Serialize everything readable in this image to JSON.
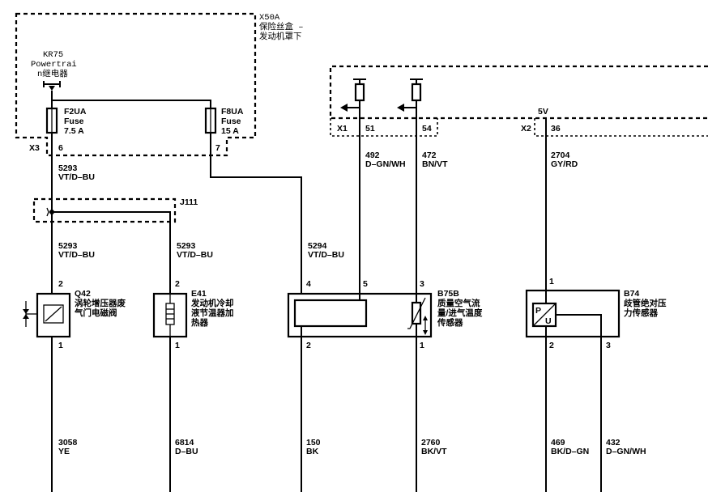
{
  "modules": {
    "x50a": {
      "id": "X50A",
      "line1": "保险丝盒 –",
      "line2": "发动机罩下"
    },
    "kr75": {
      "id": "KR75",
      "line1": "Powertrai",
      "line2": "n继电器"
    }
  },
  "fuses": [
    {
      "name": "F2UA",
      "type": "Fuse",
      "rating": "7.5 A"
    },
    {
      "name": "F8UA",
      "type": "Fuse",
      "rating": "15 A"
    }
  ],
  "connectors": {
    "x3": "X3",
    "x1": "X1",
    "x2": "X2",
    "j111": "J111"
  },
  "pins": {
    "x3_6": "6",
    "x3_7": "7",
    "x1_51": "51",
    "x1_54": "54",
    "x2_36": "36",
    "v5": "5V",
    "q42_2": "2",
    "q42_1": "1",
    "e41_2": "2",
    "e41_1": "1",
    "b75b_4": "4",
    "b75b_5": "5",
    "b75b_3": "3",
    "b75b_2": "2",
    "b75b_1": "1",
    "b74_1": "1",
    "b74_2": "2",
    "b74_3": "3"
  },
  "wires": {
    "w5293_top": {
      "num": "5293",
      "color": "VT/D–BU"
    },
    "w5293_q42": {
      "num": "5293",
      "color": "VT/D–BU"
    },
    "w5293_e41": {
      "num": "5293",
      "color": "VT/D–BU"
    },
    "w5294": {
      "num": "5294",
      "color": "VT/D–BU"
    },
    "w492": {
      "num": "492",
      "color": "D–GN/WH"
    },
    "w472": {
      "num": "472",
      "color": "BN/VT"
    },
    "w2704": {
      "num": "2704",
      "color": "GY/RD"
    },
    "w3058": {
      "num": "3058",
      "color": "YE"
    },
    "w6814": {
      "num": "6814",
      "color": "D–BU"
    },
    "w150": {
      "num": "150",
      "color": "BK"
    },
    "w2760": {
      "num": "2760",
      "color": "BK/VT"
    },
    "w469": {
      "num": "469",
      "color": "BK/D–GN"
    },
    "w432": {
      "num": "432",
      "color": "D–GN/WH"
    }
  },
  "components": {
    "q42": {
      "id": "Q42",
      "line1": "涡轮增压器废",
      "line2": "气门电磁阀"
    },
    "e41": {
      "id": "E41",
      "line1": "发动机冷却",
      "line2": "液节温器加",
      "line3": "热器"
    },
    "b75b": {
      "id": "B75B",
      "line1": "质量空气流",
      "line2": "量/进气温度",
      "line3": "传感器"
    },
    "b74": {
      "id": "B74",
      "line1": "歧管绝对压",
      "line2": "力传感器"
    }
  },
  "symbols": {
    "p": "P",
    "u": "U"
  }
}
